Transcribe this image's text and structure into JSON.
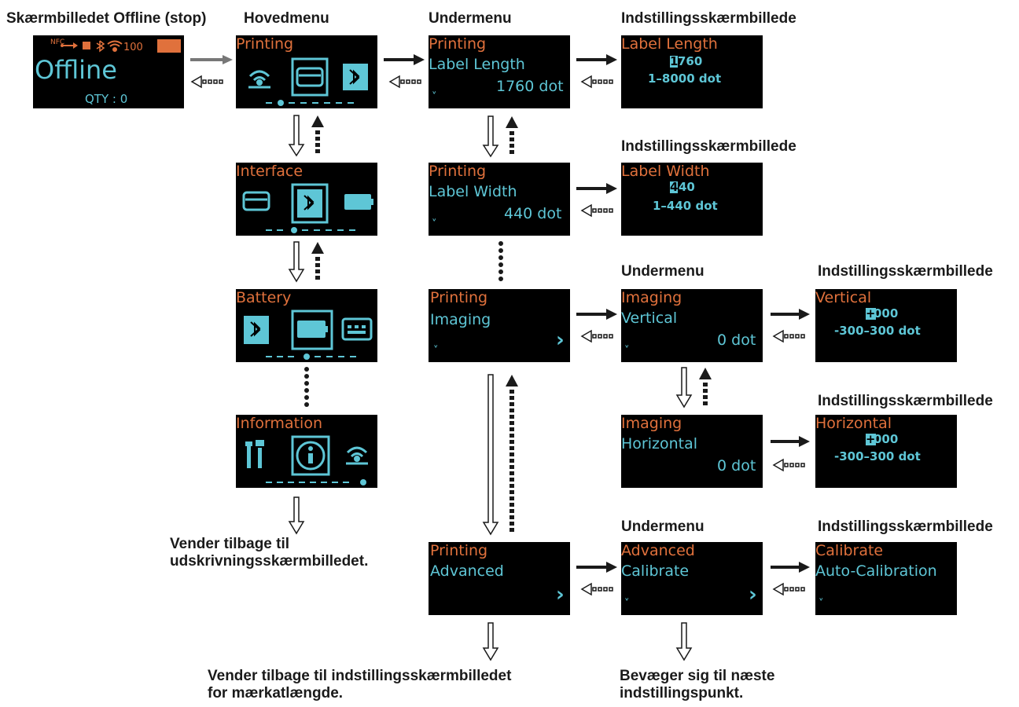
{
  "headers": {
    "offline": "Skærmbilledet Offline (stop)",
    "main_menu": "Hovedmenu",
    "submenu": "Undermenu",
    "setting_screen": "Indstillingsskærmbillede"
  },
  "notes": {
    "back_print_1": "Vender tilbage til",
    "back_print_2": "udskrivningsskærmbilledet.",
    "back_label_1": "Vender tilbage til indstillingsskærmbilledet",
    "back_label_2": "for mærkatlængde.",
    "next_1": "Bevæger sig til næste",
    "next_2": "indstillingspunkt."
  },
  "offline_screen": {
    "status": "Offline",
    "qty": "QTY : 0",
    "nfc": "NFC",
    "battery_text": "100"
  },
  "main_menu": [
    {
      "title": "Printing",
      "icons": [
        "wireless-icon",
        "printer-icon",
        "bluetooth-box-icon"
      ],
      "selected": 1,
      "dot": 1
    },
    {
      "title": "Interface",
      "icons": [
        "printer-icon",
        "bluetooth-box-icon",
        "battery-icon"
      ],
      "selected": 1,
      "dot": 2
    },
    {
      "title": "Battery",
      "icons": [
        "bluetooth-box-icon",
        "battery-icon",
        "keyboard-icon"
      ],
      "selected": 1,
      "dot": 3
    },
    {
      "title": "Information",
      "icons": [
        "tools-icon",
        "info-icon",
        "wireless-icon"
      ],
      "selected": 1,
      "dot": 7
    }
  ],
  "submenus": {
    "label_length": {
      "title": "Printing",
      "item": "Label Length",
      "value": "1760 dot",
      "chevron": "˅"
    },
    "label_width": {
      "title": "Printing",
      "item": "Label Width",
      "value": "440 dot",
      "chevron": "˅"
    },
    "imaging": {
      "title": "Printing",
      "item": "Imaging",
      "more": "›",
      "chevron": "˅"
    },
    "advanced": {
      "title": "Printing",
      "item": "Advanced",
      "more": "›"
    },
    "vertical": {
      "title": "Imaging",
      "item": "Vertical",
      "value": "0 dot",
      "chevron": "˅"
    },
    "horizontal": {
      "title": "Imaging",
      "item": "Horizontal",
      "value": "0 dot"
    },
    "calibrate": {
      "title": "Advanced",
      "item": "Calibrate",
      "more": "›",
      "chevron": "˅"
    }
  },
  "settings": {
    "label_length": {
      "title": "Label Length",
      "cursor_digit": "1",
      "rest": "760",
      "range": "1–8000 dot"
    },
    "label_width": {
      "title": "Label Width",
      "cursor_digit": "4",
      "rest": "40",
      "range": "1–440 dot"
    },
    "vertical": {
      "title": "Vertical",
      "cursor_digit": "+",
      "rest": "000",
      "range": "-300–300 dot"
    },
    "horizontal": {
      "title": "Horizontal",
      "cursor_digit": "+",
      "rest": "000",
      "range": "-300–300 dot"
    },
    "calibrate": {
      "title": "Calibrate",
      "item": "Auto-Calibration",
      "chevron": "˅"
    }
  },
  "colors": {
    "screen_bg": "#000000",
    "title_orange": "#e0713c",
    "text_cyan": "#5ec6d6",
    "arrow": "#1a1a1a"
  }
}
